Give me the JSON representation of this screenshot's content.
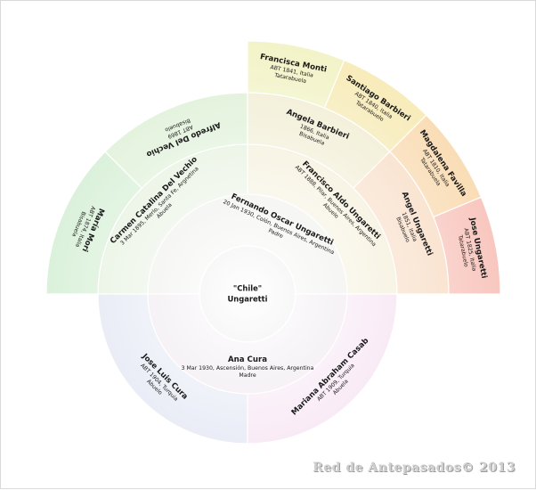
{
  "diagram": {
    "center": {
      "line1": "\"Chile\"",
      "line2": "Ungaretti"
    },
    "people": [
      {
        "id": "fernando",
        "name": "Fernando Oscar Ungaretti",
        "detail": "20 Jan 1930, Colón, Buenos Aires, Argentina",
        "relation": "Padre",
        "color": "#e6e6e2"
      },
      {
        "id": "ana",
        "name": "Ana Cura",
        "detail": "3 Mar 1930, Ascensión, Buenos Aires, Argentina",
        "relation": "Madre",
        "color": "#e6dce8"
      },
      {
        "id": "carmen",
        "name": "Carmen Catalina Del Vechio",
        "detail": "3 Mar 1895, Merlo, Santa Fe, Argnetina",
        "relation": "Abuela",
        "color": "#e0eed8"
      },
      {
        "id": "francisco",
        "name": "Francisco Aldo Ungaretti",
        "detail": "ABT 1888, Pilar, Buenos Aires, Argentina",
        "relation": "Abuelo",
        "color": "#f2ecd2"
      },
      {
        "id": "jose-luis",
        "name": "Jose Luis Cura",
        "detail": "ABT 1904, Turquia",
        "relation": "Abuelo",
        "color": "#dadff0"
      },
      {
        "id": "mariana",
        "name": "Mariana Abraham Casab",
        "detail": "ABT 1909, Turquia",
        "relation": "Abuela",
        "color": "#f4dcf0"
      },
      {
        "id": "maria",
        "name": "María Mori",
        "detail": "ABT 1874, Italia",
        "relation": "Bisabuela",
        "color": "#d0edd0"
      },
      {
        "id": "alfredo",
        "name": "Alfredo Del Vechio",
        "detail": "ABT 1869",
        "relation": "Bisabuelo",
        "color": "#dcefd4"
      },
      {
        "id": "angela",
        "name": "Angela Barbieri",
        "detail": "1866, Italia",
        "relation": "Bisabuela",
        "color": "#f0ecd0"
      },
      {
        "id": "angel",
        "name": "Angel Ungaretti",
        "detail": "1851, Italia",
        "relation": "Bisabuelo",
        "color": "#f8dcc4"
      },
      {
        "id": "francisca",
        "name": "Francisca Monti",
        "detail": "ABT 1841, Italia",
        "relation": "Tatarabuela",
        "color": "#f2f3c6"
      },
      {
        "id": "santiago",
        "name": "Santiago Barbieri",
        "detail": "ABT 1840, Italia",
        "relation": "Tatarabuelo",
        "color": "#f7ebb8"
      },
      {
        "id": "magdalena",
        "name": "Magdalena Favilla",
        "detail": "ABT 1810, Italia",
        "relation": "Tatarabuela",
        "color": "#f9dcb4"
      },
      {
        "id": "jose-u",
        "name": "Jose Ungaretti",
        "detail": "ABT 1825, Italia",
        "relation": "Tatarabuelo",
        "color": "#f8c6be"
      }
    ]
  },
  "watermark": "Red de Antepasados© 2013"
}
